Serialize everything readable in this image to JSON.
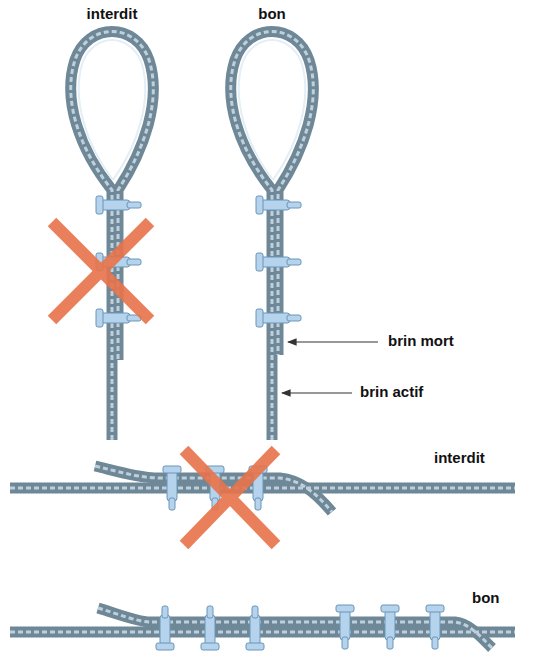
{
  "diagram": {
    "labels": [
      "interdit",
      "bon",
      "brin mort",
      "brin actif",
      "interdit",
      "bon"
    ]
  }
}
